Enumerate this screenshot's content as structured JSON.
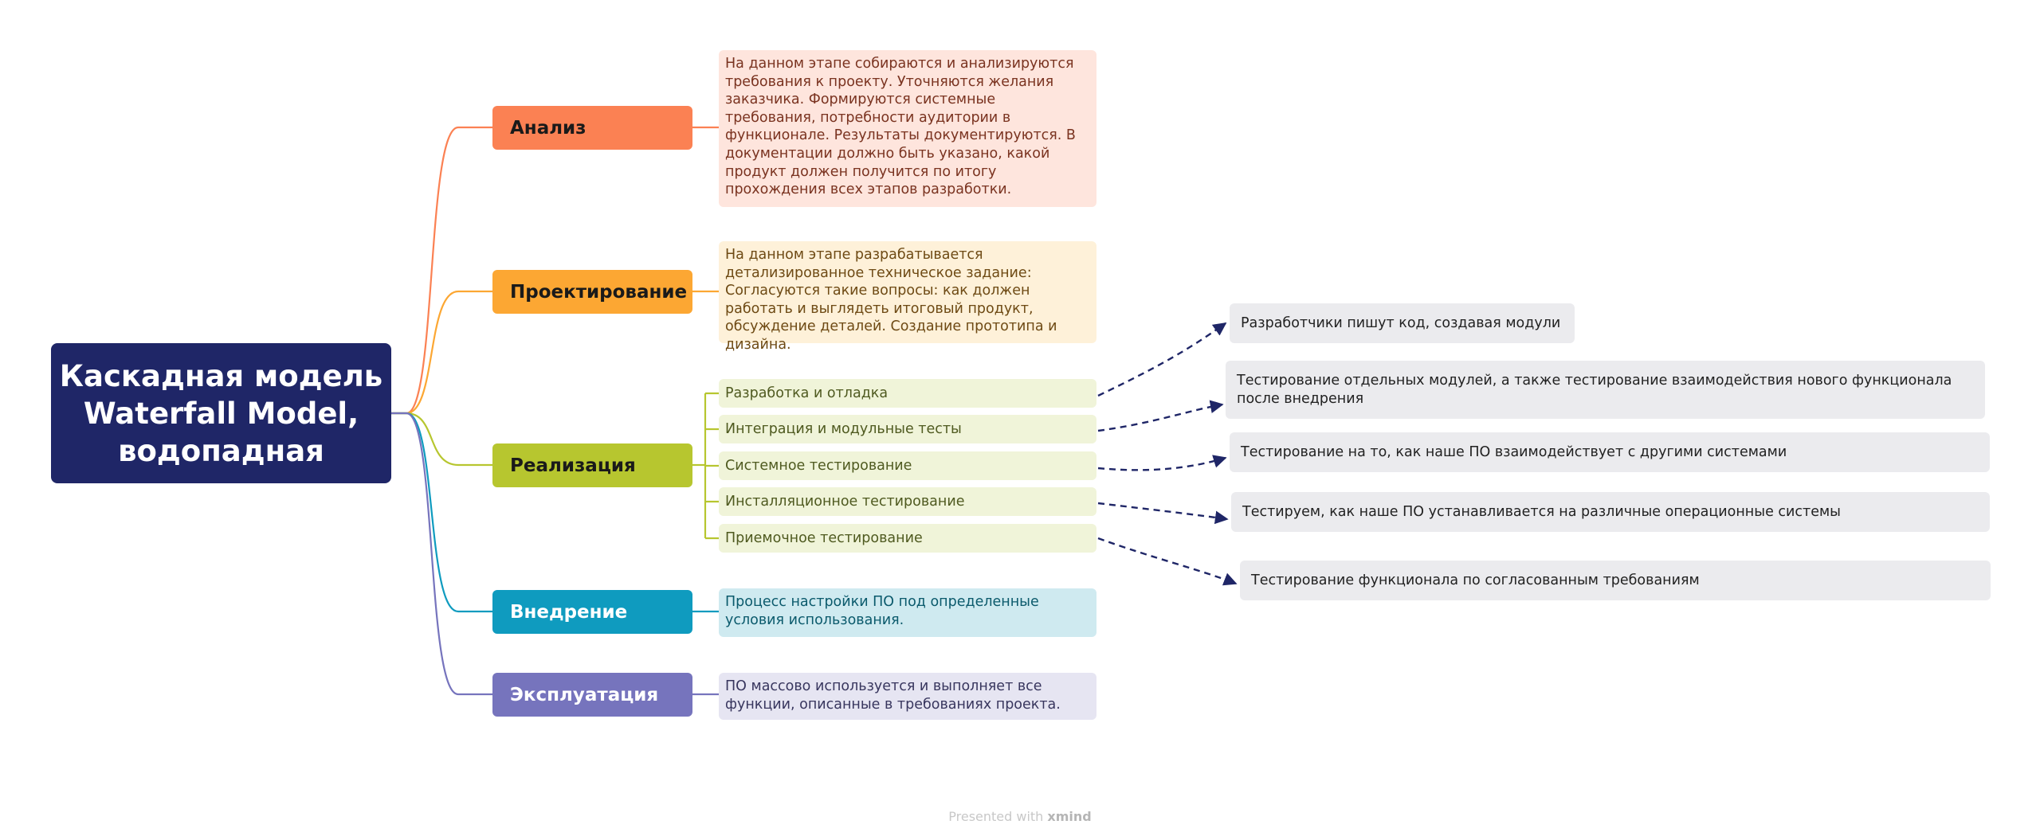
{
  "root": {
    "title": "Каскадная модель Waterfall Model, водопадная"
  },
  "branches": [
    {
      "id": "analysis",
      "label": "Анализ",
      "color": "#fb8153",
      "note": {
        "text": "На данном этапе собираются и анализируются требования к проекту. Уточняются желания заказчика. Формируются системные требования, потребности аудитории в функционале. Результаты документируются. В документации должно быть указано, какой продукт должен получится по итогу прохождения всех этапов разработки.",
        "bg": "#fee5dd",
        "fg": "#7a3320"
      }
    },
    {
      "id": "design",
      "label": "Проектирование",
      "color": "#fca733",
      "note": {
        "text": "На данном этапе разрабатывается детализированное техническое задание: Согласуются такие вопросы: как должен работать и выглядеть итоговый продукт, обсуждение деталей. Создание прототипа и дизайна.",
        "bg": "#fef1d9",
        "fg": "#6e4a14"
      }
    },
    {
      "id": "implementation",
      "label": "Реализация",
      "color": "#b7c62f",
      "subitems": [
        {
          "label": "Разработка и отладка",
          "desc": "Разработчики пишут код, создавая модули"
        },
        {
          "label": "Интеграция и модульные тесты",
          "desc": "Тестирование отдельных модулей, а также тестирование взаимодействия нового функционала после внедрения"
        },
        {
          "label": "Системное тестирование",
          "desc": "Тестирование на то, как наше ПО взаимодействует с другими системами"
        },
        {
          "label": "Инсталляционное тестирование",
          "desc": "Тестируем, как наше ПО устанавливается на различные операционные системы"
        },
        {
          "label": "Приемочное тестирование",
          "desc": "Тестирование функционала по согласованным требованиям"
        }
      ]
    },
    {
      "id": "deployment",
      "label": "Внедрение",
      "color": "#0f9bbf",
      "note": {
        "text": "Процесс настройки ПО под определенные условия использования.",
        "bg": "#cfeaf0",
        "fg": "#0b5a6c"
      }
    },
    {
      "id": "operation",
      "label": "Эксплуатация",
      "color": "#7674bd",
      "note": {
        "text": "ПО массово используется и выполняет все функции, описанные в требованиях проекта.",
        "bg": "#e6e5f2",
        "fg": "#38365e"
      }
    }
  ],
  "footer": {
    "prefix": "Presented with",
    "brand": "xmind"
  },
  "colors": {
    "root": "#1f2667",
    "arrow": "#1f2667",
    "desc_bg": "#ebebee"
  }
}
